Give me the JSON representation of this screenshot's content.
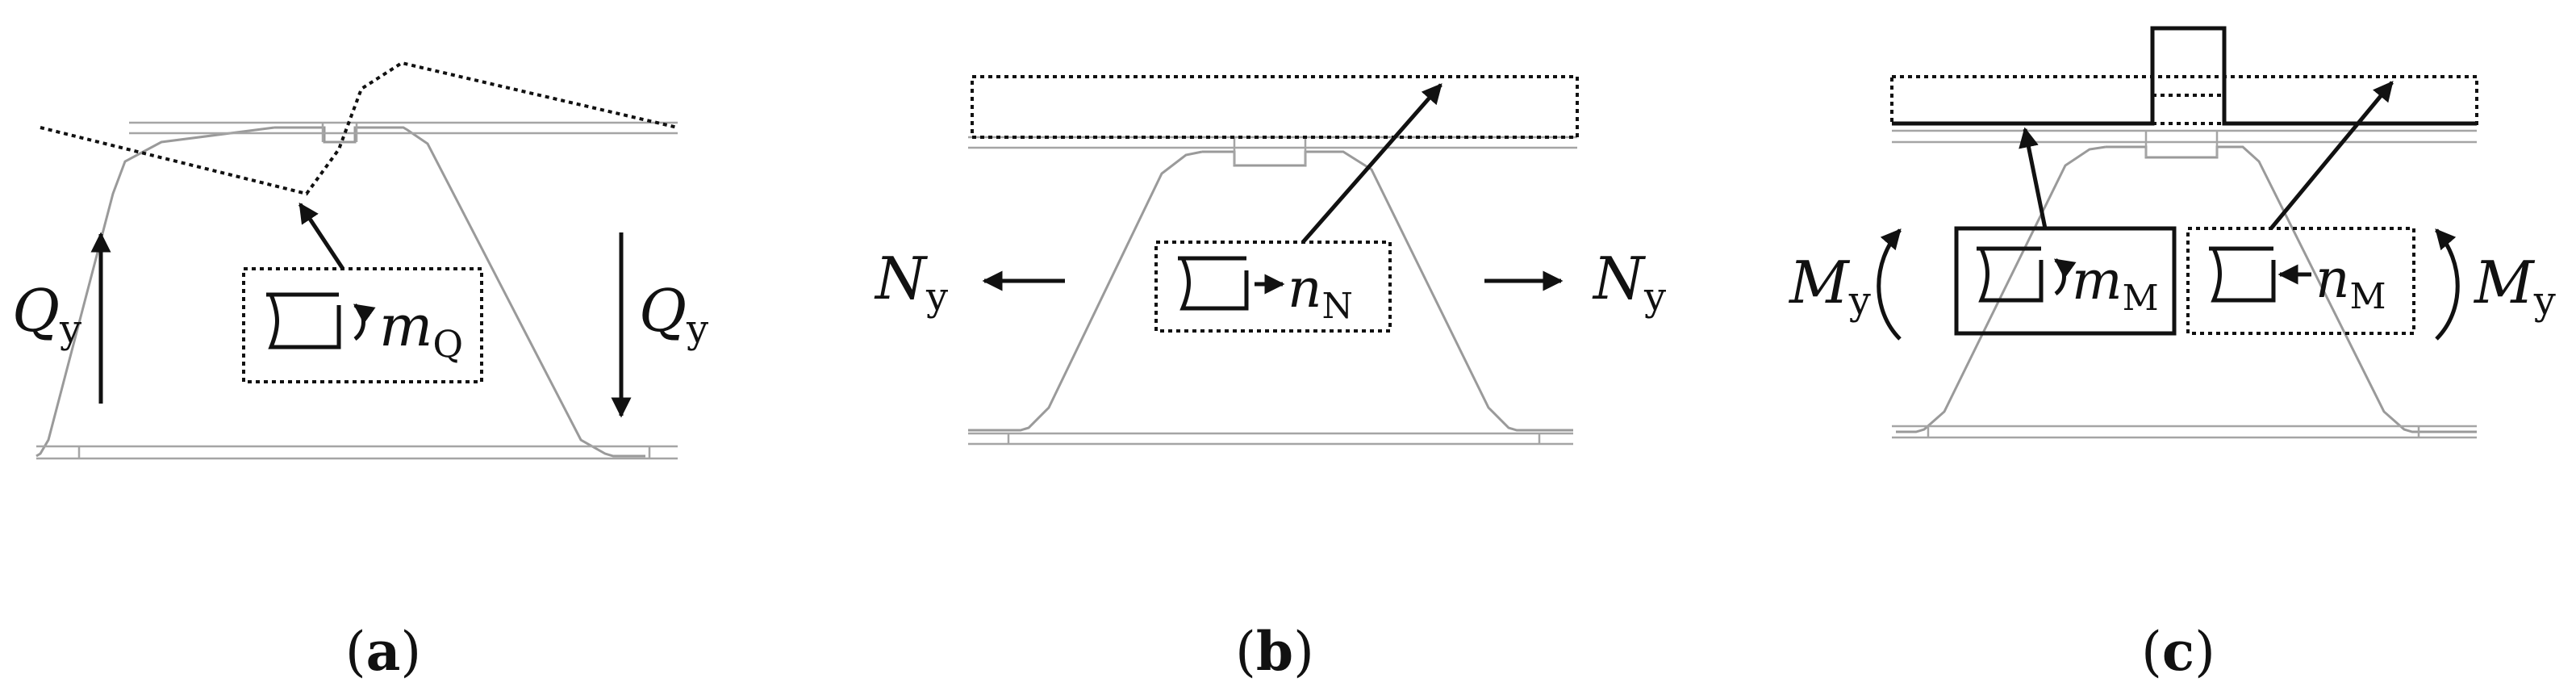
{
  "panels": [
    {
      "id": "a",
      "caption": {
        "open": "(",
        "letter": "a",
        "close": ")"
      },
      "force": {
        "symbol": "Q",
        "sub": "y"
      },
      "moment": {
        "symbol": "m",
        "sub": "Q"
      }
    },
    {
      "id": "b",
      "caption": {
        "open": "(",
        "letter": "b",
        "close": ")"
      },
      "force": {
        "symbol": "N",
        "sub": "y"
      },
      "moment": {
        "symbol": "n",
        "sub": "N"
      }
    },
    {
      "id": "c",
      "caption": {
        "open": "(",
        "letter": "c",
        "close": ")"
      },
      "force": {
        "symbol": "M",
        "sub": "y"
      },
      "moment_left": {
        "symbol": "m",
        "sub": "M"
      },
      "moment_right": {
        "symbol": "n",
        "sub": "M"
      }
    }
  ]
}
